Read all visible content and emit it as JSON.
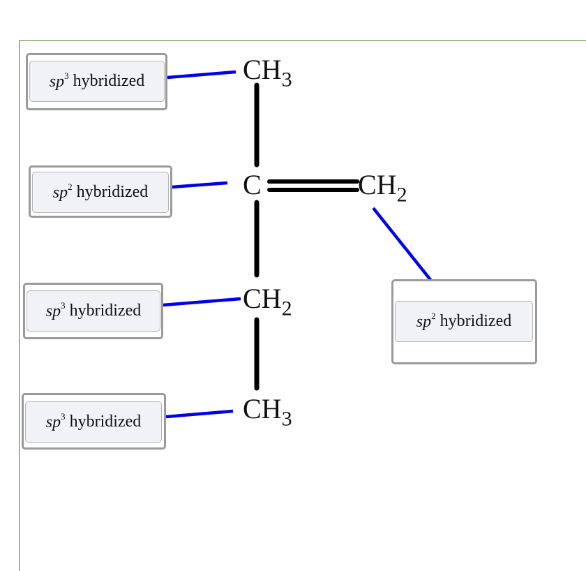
{
  "molecule": {
    "atoms": [
      {
        "id": "c1",
        "symbol": "CH",
        "subscript": "3"
      },
      {
        "id": "c2",
        "symbol": "C",
        "subscript": ""
      },
      {
        "id": "c3",
        "symbol": "CH",
        "subscript": "2"
      },
      {
        "id": "c4",
        "symbol": "CH",
        "subscript": "3"
      },
      {
        "id": "c5",
        "symbol": "CH",
        "subscript": "2"
      }
    ]
  },
  "labels": [
    {
      "orbital": "sp",
      "exponent": "3",
      "text": "hybridized",
      "target": "c1"
    },
    {
      "orbital": "sp",
      "exponent": "2",
      "text": "hybridized",
      "target": "c2"
    },
    {
      "orbital": "sp",
      "exponent": "3",
      "text": "hybridized",
      "target": "c3"
    },
    {
      "orbital": "sp",
      "exponent": "3",
      "text": "hybridized",
      "target": "c4"
    },
    {
      "orbital": "sp",
      "exponent": "2",
      "text": "hybridized",
      "target": "c5"
    }
  ],
  "colors": {
    "bond": "#000000",
    "leader_line": "#0000ee",
    "frame_border": "#4a7a2a",
    "drop_zone_border": "#9a9a9a",
    "label_background": "#f1f2f6"
  }
}
